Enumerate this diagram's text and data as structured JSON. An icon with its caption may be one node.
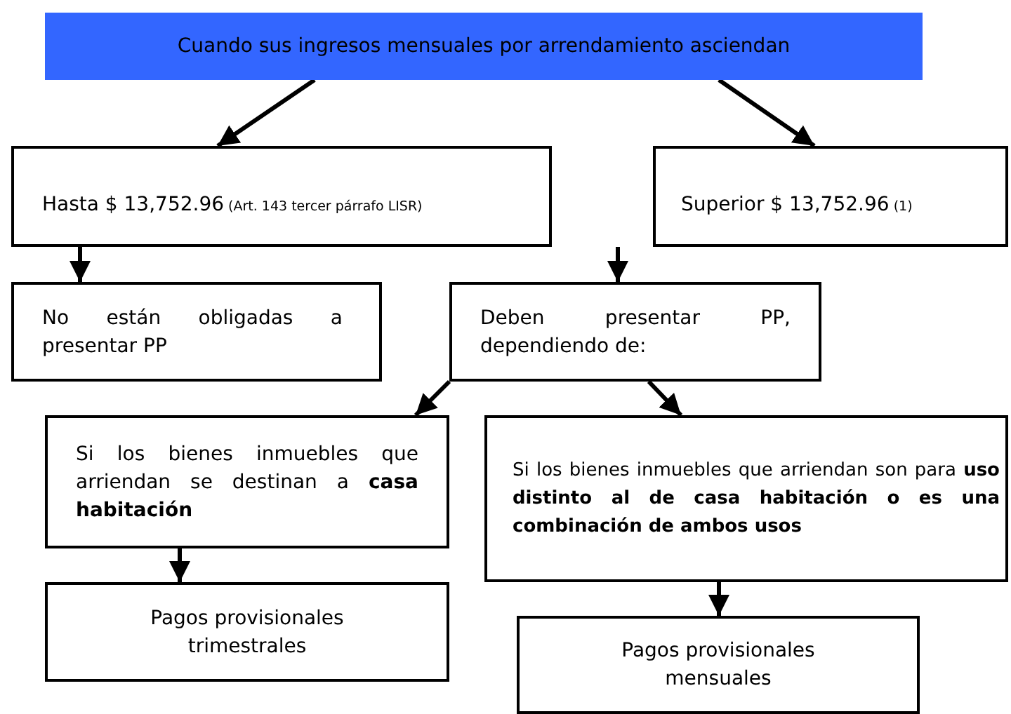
{
  "diagram": {
    "nodes": [
      {
        "text": [
          "Cuando sus ingresos mensuales por arrendamiento asciendan"
        ]
      },
      {
        "text": [
          "Hasta $ 13,752.96",
          "(Art. 143 tercer párrafo LISR)"
        ]
      },
      {
        "text": [
          "Superior $ 13,752.96",
          "(1)"
        ]
      },
      {
        "text": [
          "No están obligadas a presentar PP"
        ]
      },
      {
        "text": [
          "Deben presentar PP, dependiendo de:"
        ]
      },
      {
        "text": [
          "Si los bienes inmuebles que arriendan se destinan a **casa habitación**"
        ]
      },
      {
        "text": [
          "Si los bienes inmuebles que arriendan son para **uso distinto al de casa habitación o es una combinación de ambos usos**"
        ]
      },
      {
        "text": [
          "Pagos provisionales trimestrales"
        ]
      },
      {
        "text": [
          "Pagos provisionales mensuales"
        ]
      }
    ],
    "edges": [
      {
        "from": 0,
        "to": 1,
        "arrow": "to"
      },
      {
        "from": 0,
        "to": 2,
        "arrow": "to"
      },
      {
        "from": 1,
        "to": 3,
        "arrow": "to"
      },
      {
        "from": null,
        "to": 4,
        "arrow": "to"
      },
      {
        "from": 4,
        "to": 5,
        "arrow": "to"
      },
      {
        "from": 4,
        "to": 6,
        "arrow": "to"
      },
      {
        "from": 5,
        "to": 7,
        "arrow": "to"
      },
      {
        "from": 6,
        "to": 8,
        "arrow": "to"
      }
    ]
  }
}
